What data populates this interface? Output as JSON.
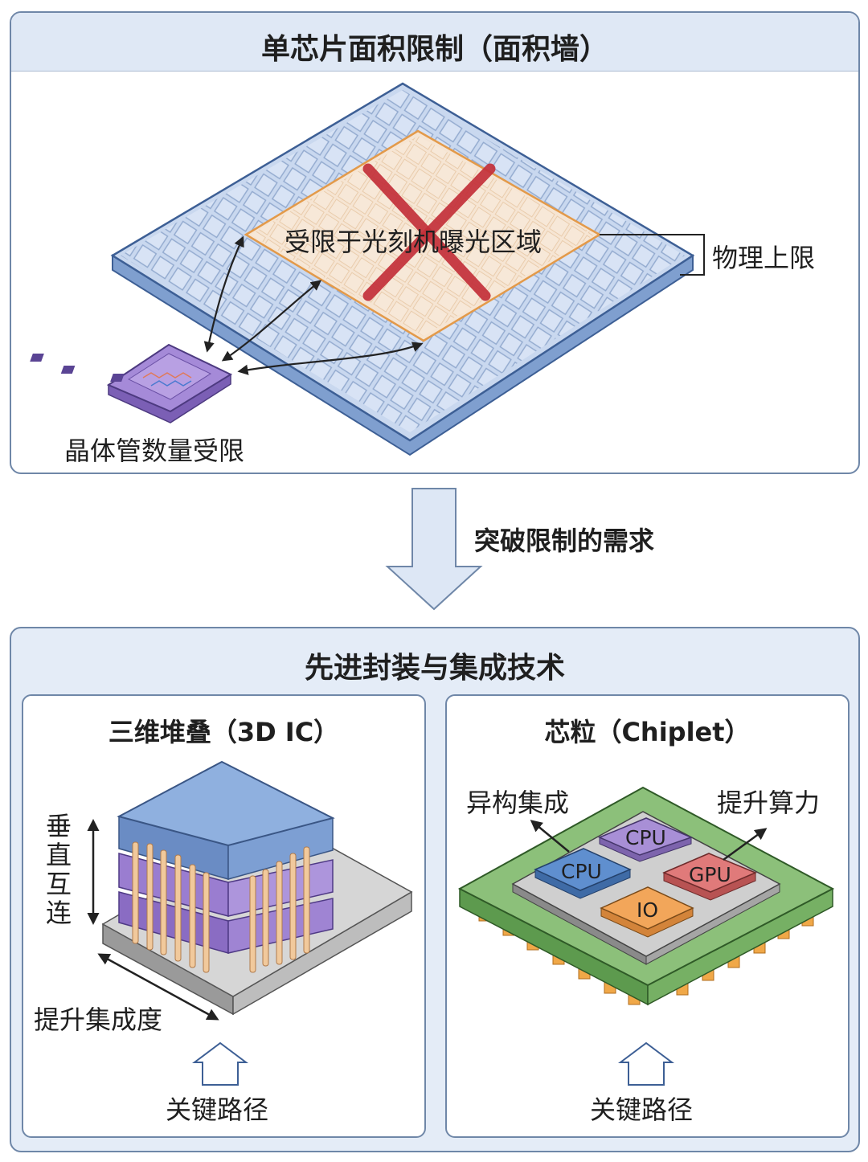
{
  "top": {
    "title": "单芯片面积限制（面积墙）",
    "exposure_label": "受限于光刻机曝光区域",
    "physical_limit_label": "物理上限",
    "transistor_label": "晶体管数量受限"
  },
  "transition": {
    "label": "突破限制的需求"
  },
  "bottom": {
    "title": "先进封装与集成技术",
    "stack3d": {
      "title": "三维堆叠（3D IC）",
      "vertical_label": [
        "垂",
        "直",
        "互",
        "连"
      ],
      "density_label": "提升集成度",
      "path_label": "关键路径"
    },
    "chiplet": {
      "title": "芯粒（Chiplet）",
      "hetero_label": "异构集成",
      "compute_label": "提升算力",
      "chips": {
        "cpu1": "CPU",
        "cpu2": "CPU",
        "gpu": "GPU",
        "io": "IO"
      },
      "path_label": "关键路径"
    }
  },
  "colors": {
    "panel_border": "#6f87a8",
    "header_fill": "#dfe8f5",
    "wafer_fill": "#c9d8ef",
    "exposure_fill": "#f6e5d3",
    "exposure_border": "#e39a4a",
    "cross": "#c4303a",
    "chip_purple": "#9e7fd3",
    "cpu_blue": "#5f8fcf",
    "cpu_purple": "#a88fd6",
    "gpu_red": "#e07a7a",
    "io_orange": "#f2a65a",
    "substrate_green": "#8cc07a",
    "pin_orange": "#f0a848"
  }
}
